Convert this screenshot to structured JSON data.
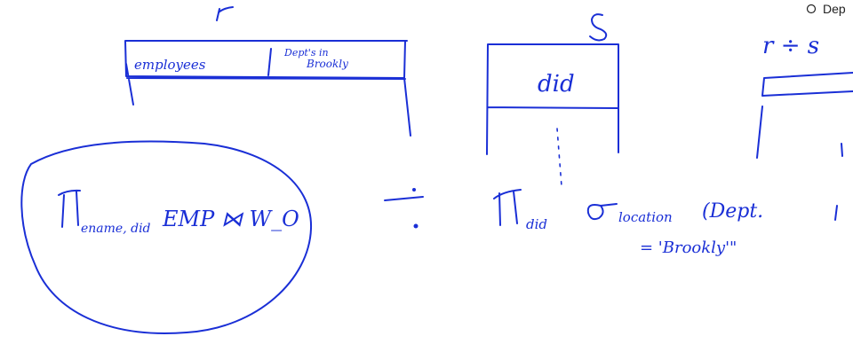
{
  "notes": {
    "bullet_text": "Dep",
    "relation_r": {
      "name": "r",
      "col1": "employees",
      "col2_line1": "Dept's in",
      "col2_line2": "Brookly"
    },
    "relation_s": {
      "name": "S",
      "col": "did"
    },
    "division_result": "r ÷ s",
    "expression": {
      "left_pi_sub": "ename, did",
      "left_body": "EMP ⋈ W_O",
      "divide": "÷",
      "right_pi_sub": "did",
      "sigma_sub": "location",
      "sigma_arg": "(Dept.",
      "condition": "= 'Brookly'\""
    }
  },
  "colors": {
    "ink": "#1a2fd6",
    "bullet": "#222222"
  }
}
